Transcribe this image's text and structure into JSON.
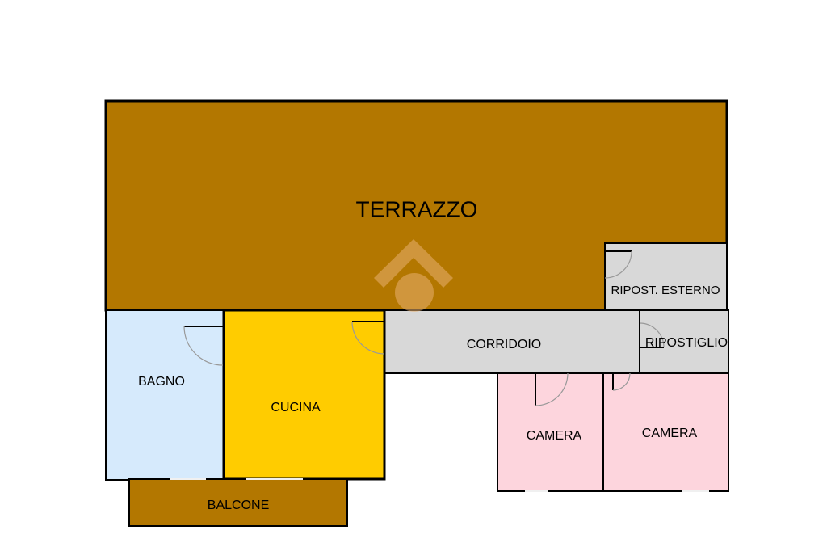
{
  "colors": {
    "terrazzo": "#b37700",
    "balcone": "#b37700",
    "bagno": "#d6eafc",
    "cucina": "#ffcc00",
    "camera": "#fdd5dd",
    "service": "#d8d8d8",
    "wall": "#000000",
    "door_arc": "#8a8a8a",
    "watermark": "#e9b070"
  },
  "rooms": {
    "terrazzo": "TERRAZZO",
    "ripost_esterno": "RIPOST. ESTERNO",
    "corridoio": "CORRIDOIO",
    "ripostiglio": "RIPOSTIGLIO",
    "bagno": "BAGNO",
    "cucina": "CUCINA",
    "camera_1": "CAMERA",
    "camera_2": "CAMERA",
    "balcone": "BALCONE"
  },
  "watermark_icon": "house-logo-icon"
}
